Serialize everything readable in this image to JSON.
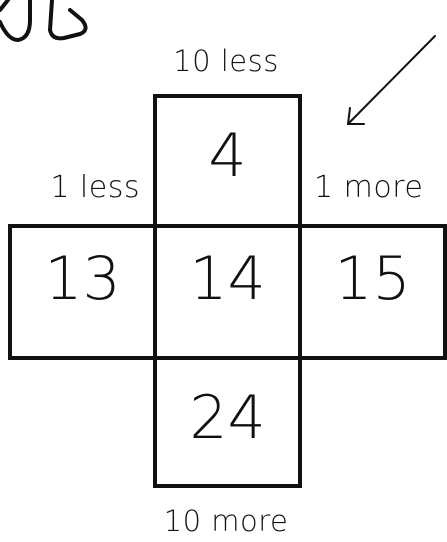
{
  "labels": {
    "up": "10 less",
    "down": "10 more",
    "left": "1 less",
    "right": "1 more"
  },
  "cells": {
    "center": "14",
    "up": "4",
    "down": "24",
    "left": "13",
    "right": "15"
  },
  "colors": {
    "ink": "#111111",
    "background": "#ffffff"
  }
}
